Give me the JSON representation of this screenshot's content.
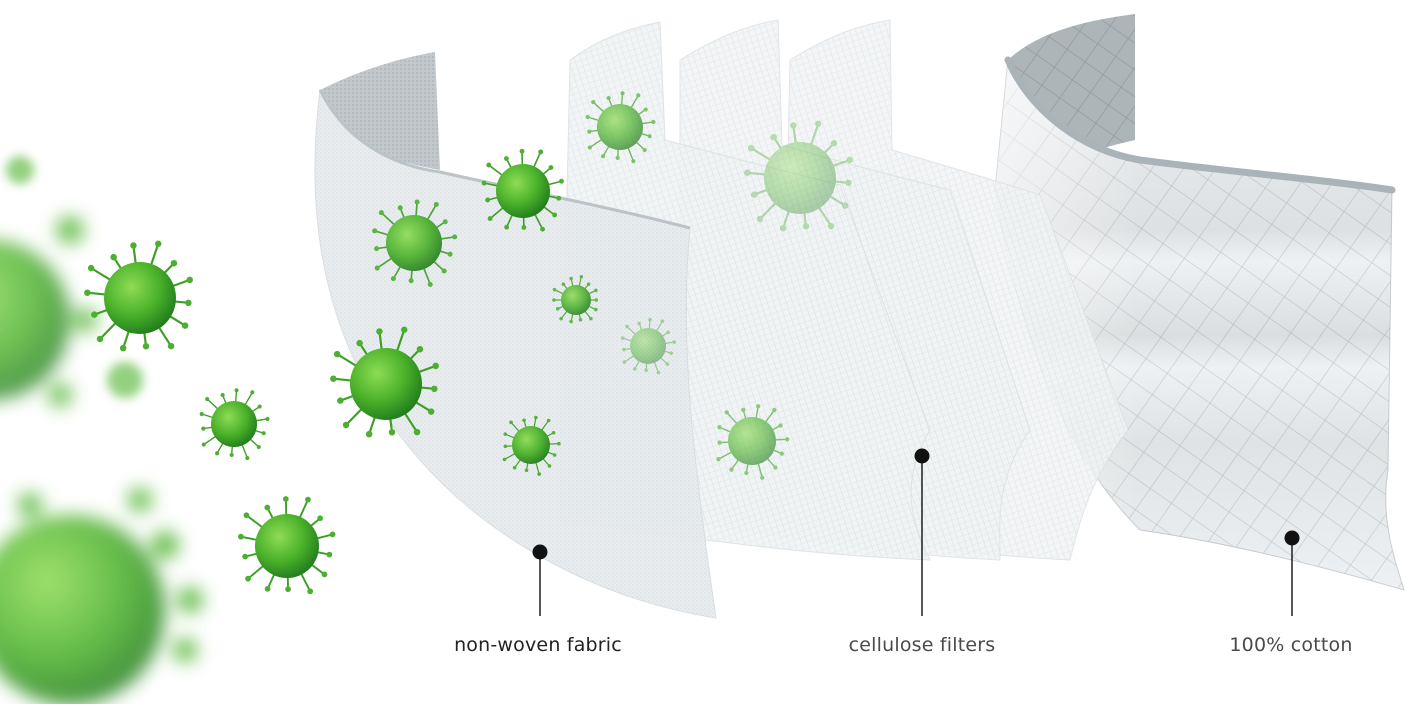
{
  "colors": {
    "background": "#ffffff",
    "virus_light": "#7fd14a",
    "virus_mid": "#4bb22a",
    "virus_dark": "#1f7a1c",
    "spike_tip": "#4caf32",
    "fabric_light": "#eef1f3",
    "fabric_mid": "#d4dade",
    "fabric_dark": "#9aa3a8",
    "marker": "#111111",
    "label_dark": "#222222",
    "label_gray": "#4a4a4a"
  },
  "layers": [
    {
      "id": "non-woven",
      "label": "non-woven fabric",
      "pattern": "fine-weave"
    },
    {
      "id": "cellulose",
      "label": "cellulose filters",
      "pattern": "fine-lines",
      "sheet_count": 3
    },
    {
      "id": "cotton",
      "label": "100% cotton",
      "pattern": "diamond-grid"
    }
  ],
  "icons": {
    "virus": "virus-icon",
    "marker": "marker-dot-icon"
  }
}
